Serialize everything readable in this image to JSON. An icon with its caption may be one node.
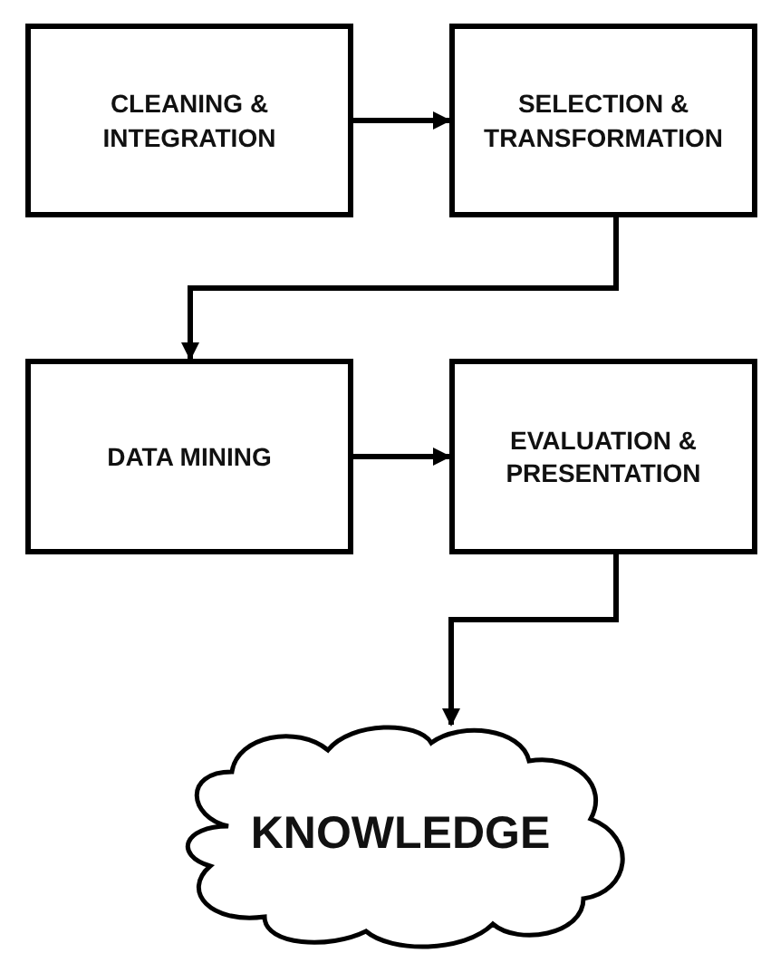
{
  "diagram": {
    "nodes": [
      {
        "text": [
          "CLEANING & INTEGRATION"
        ]
      },
      {
        "text": [
          "SELECTION & TRANSFORMATION"
        ]
      },
      {
        "text": [
          "DATA MINING"
        ]
      },
      {
        "text": [
          "EVALUATION & PRESENTATION"
        ]
      },
      {
        "text": [
          "KNOWLEDGE"
        ]
      }
    ],
    "edges": [
      {
        "from": 0,
        "to": 1,
        "arrow": "to"
      },
      {
        "from": 1,
        "to": 2,
        "arrow": "to"
      },
      {
        "from": 2,
        "to": 3,
        "arrow": "to"
      },
      {
        "from": 3,
        "to": 4,
        "arrow": "to"
      }
    ]
  }
}
